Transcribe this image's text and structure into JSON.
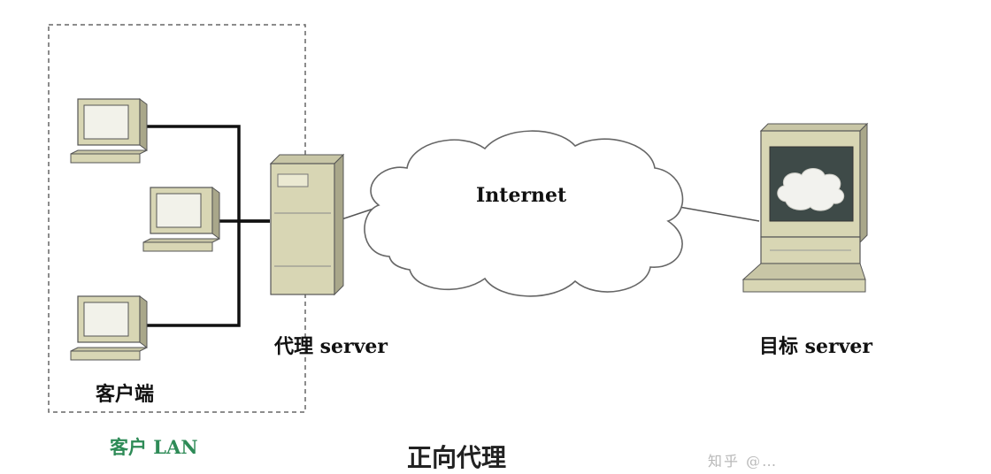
{
  "labels": {
    "internet": "Internet",
    "proxy_server": "代理 server",
    "target_server": "目标 server",
    "clients": "客户端",
    "client_lan": "客户 LAN",
    "caption": "正向代理",
    "watermark": "知乎 @…"
  },
  "colors": {
    "client_lan_label": "#2e8b57",
    "device_beige": "#d8d6b4",
    "device_shade": "#a9a78a",
    "screen_dark": "#3e4a48",
    "cable": "#111111",
    "thin_line": "#555555"
  },
  "icons": [
    "computer-icon",
    "server-tower-icon",
    "cloud-icon",
    "monitor-icon"
  ]
}
